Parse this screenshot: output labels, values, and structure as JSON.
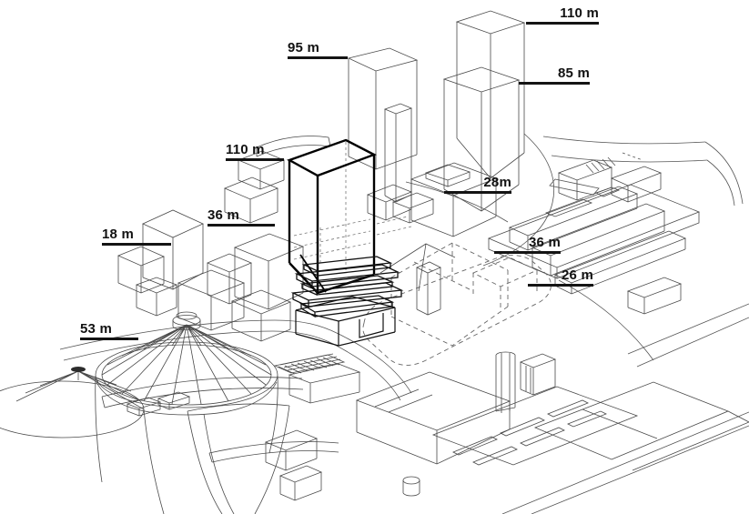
{
  "figure": {
    "kind": "axonometric city massing line drawing",
    "colors": {
      "background": "#ffffff",
      "context_line": "#4a4a4a",
      "bold_line": "#000000",
      "label": "#111111"
    }
  },
  "labels": {
    "tower_110_ne": "110 m",
    "tower_95": "95 m",
    "tower_85": "85 m",
    "proposal_110": "110 m",
    "block_36_left": "36 m",
    "block_18": "18 m",
    "gasometer_53": "53 m",
    "block_28": "28m",
    "block_36_right": "36 m",
    "block_26": "26 m"
  }
}
